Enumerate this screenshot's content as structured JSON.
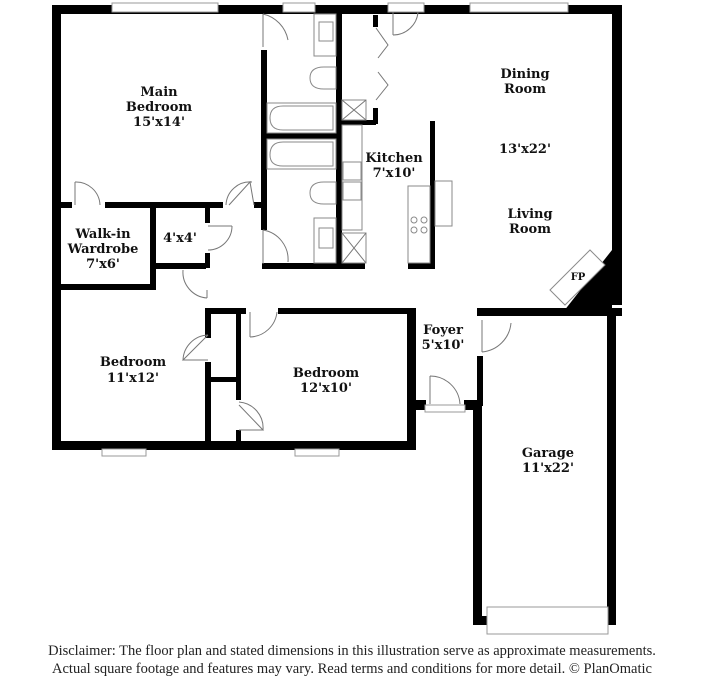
{
  "floor_plan": {
    "rooms": [
      {
        "id": "main-bedroom",
        "name_line1": "Main",
        "name_line2": "Bedroom",
        "dimensions": "15'x14'"
      },
      {
        "id": "walk-in-wardrobe",
        "name_line1": "Walk-in",
        "name_line2": "Wardrobe",
        "dimensions": "7'x6'"
      },
      {
        "id": "closet",
        "dimensions": "4'x4'"
      },
      {
        "id": "kitchen",
        "name": "Kitchen",
        "dimensions": "7'x10'"
      },
      {
        "id": "dining-room",
        "name_line1": "Dining",
        "name_line2": "Room"
      },
      {
        "id": "dining-living",
        "dimensions": "13'x22'"
      },
      {
        "id": "living-room",
        "name_line1": "Living",
        "name_line2": "Room"
      },
      {
        "id": "fireplace",
        "name": "FP"
      },
      {
        "id": "bedroom-1",
        "name": "Bedroom",
        "dimensions": "11'x12'"
      },
      {
        "id": "bedroom-2",
        "name": "Bedroom",
        "dimensions": "12'x10'"
      },
      {
        "id": "foyer",
        "name": "Foyer",
        "dimensions": "5'x10'"
      },
      {
        "id": "garage",
        "name": "Garage",
        "dimensions": "11'x22'"
      }
    ],
    "colors": {
      "wall": "#000000",
      "fixture": "#8a8a8a",
      "background": "#ffffff"
    }
  },
  "disclaimer": {
    "line1": "Disclaimer: The floor plan and stated dimensions in this illustration serve as approximate measurements.",
    "line2": "Actual square footage and features may vary. Read terms and conditions for more detail. © PlanOmatic"
  }
}
